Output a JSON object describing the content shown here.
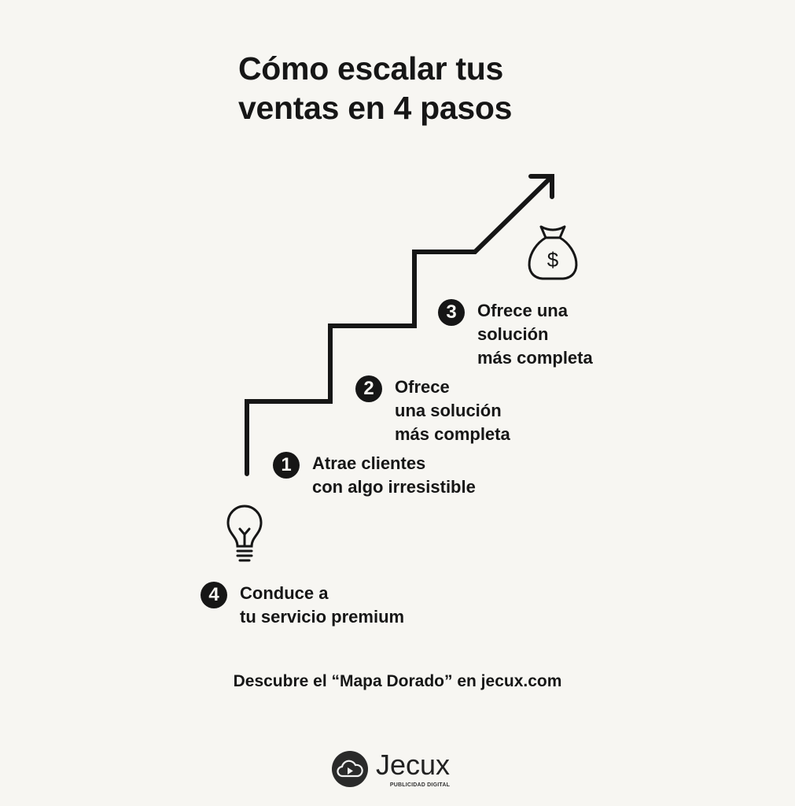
{
  "title": {
    "line1": "Cómo escalar tus",
    "line2": "ventas en 4 pasos"
  },
  "steps": [
    {
      "number": "1",
      "lines": [
        "Atrae clientes",
        "con algo irresistible"
      ]
    },
    {
      "number": "2",
      "lines": [
        "Ofrece",
        "una solución",
        "más completa"
      ]
    },
    {
      "number": "3",
      "lines": [
        "Ofrece una",
        "solución",
        "más completa"
      ]
    },
    {
      "number": "4",
      "lines": [
        "Conduce a",
        "tu servicio premium"
      ]
    }
  ],
  "icons": [
    "staircase-arrow-icon",
    "money-bag-icon",
    "lightbulb-icon"
  ],
  "money_symbol": "$",
  "footer": "Descubre el “Mapa Dorado” en jecux.com",
  "logo": {
    "brand": "Jecux",
    "tagline": "PUBLICIDAD DIGITAL"
  },
  "colors": {
    "background": "#f7f6f2",
    "ink": "#161616"
  }
}
